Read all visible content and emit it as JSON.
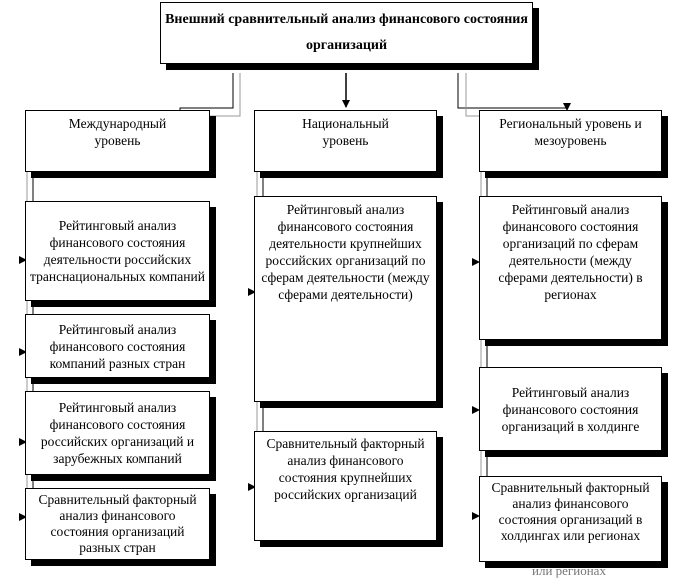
{
  "diagram": {
    "title": "Внешний сравнительный анализ финансового состояния  организаций",
    "columns": [
      {
        "header": "Международный уровень",
        "items": [
          "Рейтинговый анализ финансового состояния деятельности российских транснациональных компаний",
          "Рейтинговый анализ финансового состояния компаний разных стран",
          "Рейтинговый анализ финансового состояния российских организаций и зарубежных компаний",
          "Сравнительный факторный анализ финансового состояния организаций разных стран"
        ]
      },
      {
        "header": "Национальный уровень",
        "items": [
          "Рейтинговый анализ финансового состояния деятельности крупнейших российских организаций по сферам деятельности (между сферами деятельности)",
          "Сравнительный факторный анализ финансового состояния крупнейших российских организаций"
        ]
      },
      {
        "header": "Региональный уровень и мезоуровень",
        "items": [
          "Рейтинговый анализ финансового состояния организаций по сферам деятельности (между сферами деятельности) в регионах",
          "Рейтинговый анализ финансового состояния организаций в холдинге",
          "Сравнительный факторный анализ финансового состояния организаций в холдингах или регионах"
        ]
      }
    ],
    "overflow_fragment": "или регионах"
  }
}
